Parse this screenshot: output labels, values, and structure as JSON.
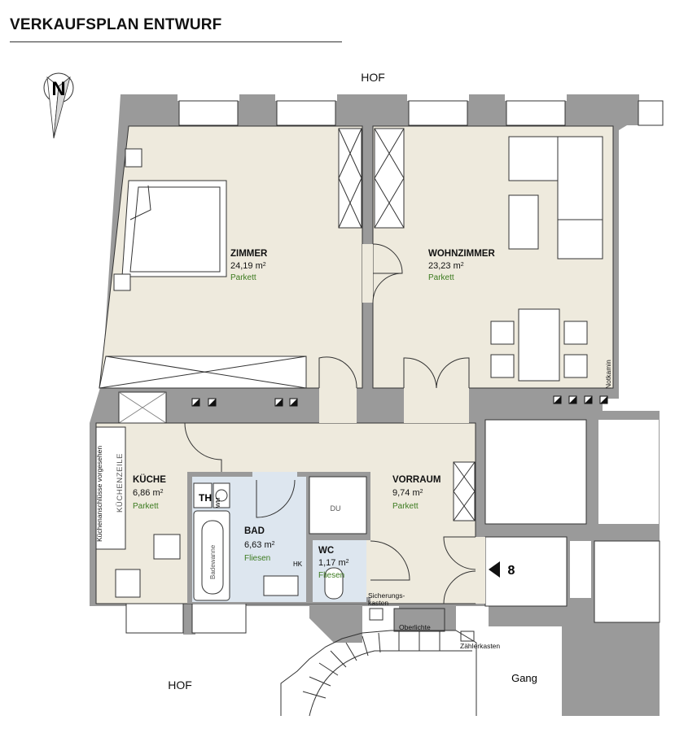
{
  "title": "VERKAUFSPLAN ENTWURF",
  "compass": {
    "letter": "N"
  },
  "labels": {
    "hof_top": "HOF",
    "hof_bottom": "HOF",
    "gang": "Gang",
    "notkamin": "Notkamin",
    "kuechenzeile": "KÜCHENZEILE",
    "kuechenanschluesse": "Küchenanschlüsse vorgesehen",
    "th": "TH",
    "wm": "WM",
    "badewanne": "Badewanne",
    "du": "DU",
    "hk": "HK",
    "sicherungskasten_1": "Sicherungs-",
    "sicherungskasten_2": "kasten",
    "oberlichte": "Oberlichte",
    "zaehlerkasten": "Zählerkasten",
    "door_number": "8"
  },
  "rooms": [
    {
      "name": "ZIMMER",
      "area": "24,19 m",
      "floor": "Parkett"
    },
    {
      "name": "WOHNZIMMER",
      "area": "23,23 m",
      "floor": "Parkett"
    },
    {
      "name": "KÜCHE",
      "area": "6,86 m",
      "floor": "Parkett"
    },
    {
      "name": "BAD",
      "area": "6,63 m",
      "floor": "Fliesen"
    },
    {
      "name": "WC",
      "area": "1,17 m",
      "floor": "Fliesen"
    },
    {
      "name": "VORRAUM",
      "area": "9,74 m",
      "floor": "Parkett"
    }
  ],
  "area_unit_sup": "2",
  "colors": {
    "wall": "#9a9a9a",
    "living_floor": "#eeeadd",
    "bath_floor": "#dde6ef",
    "floor_text": "#3b7a1e"
  }
}
